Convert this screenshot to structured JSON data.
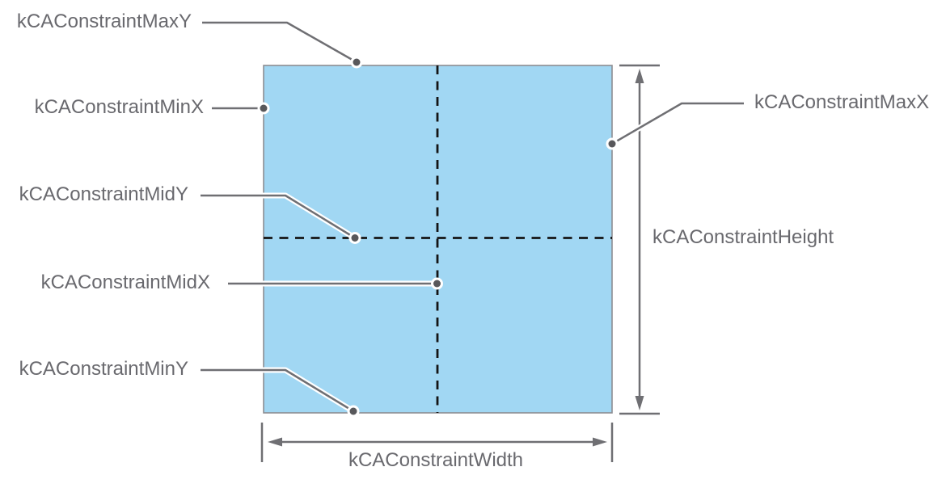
{
  "colors": {
    "background": "#ffffff",
    "layer_fill": "#a1d7f3",
    "layer_border": "#8d8d92",
    "line_gray": "#6f6f73",
    "dot_fill": "#58585b",
    "dash_color": "#141414",
    "label_color": "#69696e"
  },
  "diagram": {
    "description": "Core Animation layer constraint attributes diagram",
    "labels": {
      "max_y": "kCAConstraintMaxY",
      "min_x": "kCAConstraintMinX",
      "mid_y": "kCAConstraintMidY",
      "mid_x": "kCAConstraintMidX",
      "min_y": "kCAConstraintMinY",
      "max_x": "kCAConstraintMaxX",
      "height": "kCAConstraintHeight",
      "width": "kCAConstraintWidth"
    }
  }
}
